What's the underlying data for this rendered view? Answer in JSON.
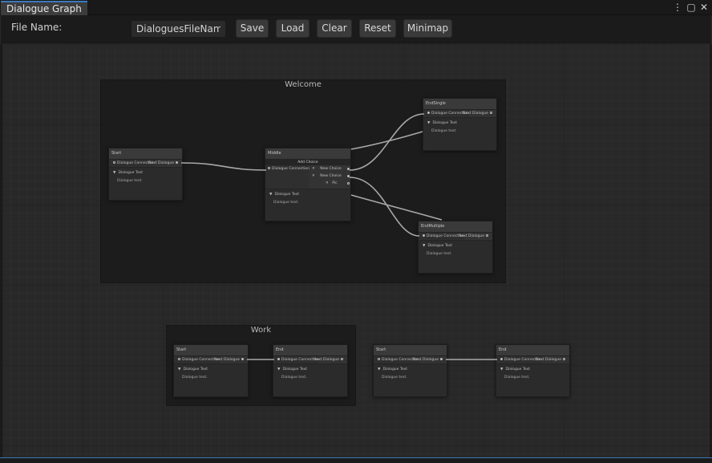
{
  "window": {
    "tab_title": "Dialogue Graph",
    "menu_glyph": "⋮",
    "maximize_glyph": "▢",
    "close_glyph": "✕"
  },
  "toolbar": {
    "file_name_label": "File Name:",
    "file_name_value": "DialoguesFileName",
    "save_label": "Save",
    "load_label": "Load",
    "clear_label": "Clear",
    "reset_label": "Reset",
    "minimap_label": "Minimap"
  },
  "groups": {
    "welcome": "Welcome",
    "work": "Work"
  },
  "nodes": {
    "welcome_start": {
      "title": "Start",
      "in": "Dialogue Connection",
      "out": "Next Dialogue",
      "fold": "Dialogue Text",
      "text": "Dialogue text."
    },
    "middle": {
      "title": "Middle",
      "in": "Dialogue Connection",
      "add_choice": "Add Choice",
      "choice1": "New Choice",
      "choice2": "New Choice",
      "choice3": "Pic",
      "remove_glyph": "✕",
      "fold": "Dialogue Text",
      "text": "Dialogue text."
    },
    "end_single": {
      "title": "EndSingle",
      "in": "Dialogue Connection",
      "out": "Next Dialogue",
      "fold": "Dialogue Text",
      "text": "Dialogue text."
    },
    "end_multiple": {
      "title": "EndMultiple",
      "in": "Dialogue Connection",
      "out": "Next Dialogue",
      "fold": "Dialogue Text",
      "text": "Dialogue text."
    },
    "work_start": {
      "title": "Start",
      "in": "Dialogue Connection",
      "out": "Next Dialogue",
      "fold": "Dialogue Text",
      "text": "Dialogue text."
    },
    "work_end": {
      "title": "End",
      "in": "Dialogue Connection",
      "out": "Next Dialogue",
      "fold": "Dialogue Text",
      "text": "Dialogue text."
    },
    "free_start": {
      "title": "Start",
      "in": "Dialogue Connection",
      "out": "Next Dialogue",
      "fold": "Dialogue Text",
      "text": "Dialogue text."
    },
    "free_end": {
      "title": "End",
      "in": "Dialogue Connection",
      "out": "Next Dialogue",
      "fold": "Dialogue Text",
      "text": "Dialogue text."
    }
  },
  "colors": {
    "accent": "#3a79bb",
    "edge": "#b0b0b0",
    "canvas": "#282828"
  },
  "icons": {
    "fold_arrow": "▼"
  }
}
